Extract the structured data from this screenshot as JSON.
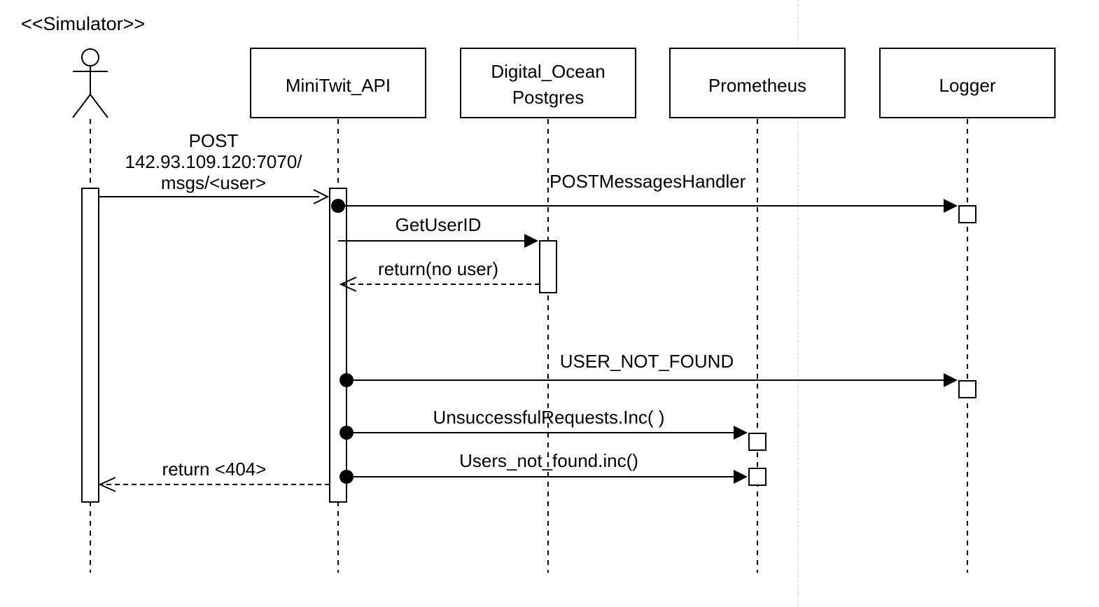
{
  "stereotype": "<<Simulator>>",
  "participants": [
    {
      "id": "actor",
      "kind": "actor",
      "lines": []
    },
    {
      "id": "minitwit-api",
      "kind": "box",
      "lines": [
        "MiniTwit_API"
      ]
    },
    {
      "id": "digital-ocean-postgres",
      "kind": "box",
      "lines": [
        "Digital_Ocean",
        "Postgres"
      ]
    },
    {
      "id": "prometheus",
      "kind": "box",
      "lines": [
        "Prometheus"
      ]
    },
    {
      "id": "logger",
      "kind": "box",
      "lines": [
        "Logger"
      ]
    }
  ],
  "messages": [
    {
      "id": "post-request",
      "from": "actor",
      "to": "minitwit-api",
      "style": "solid",
      "lines": [
        "POST",
        "142.93.109.120:7070/",
        "msgs/<user>"
      ]
    },
    {
      "id": "post-messages-handler",
      "from": "minitwit-api",
      "to": "logger",
      "style": "found",
      "lines": [
        "POSTMessagesHandler"
      ]
    },
    {
      "id": "get-user-id",
      "from": "minitwit-api",
      "to": "digital-ocean-postgres",
      "style": "solid",
      "lines": [
        "GetUserID"
      ]
    },
    {
      "id": "return-no-user",
      "from": "digital-ocean-postgres",
      "to": "minitwit-api",
      "style": "return",
      "lines": [
        "return(no user)"
      ]
    },
    {
      "id": "user-not-found",
      "from": "minitwit-api",
      "to": "logger",
      "style": "found",
      "lines": [
        "USER_NOT_FOUND"
      ]
    },
    {
      "id": "unsuccessful-requests-inc",
      "from": "minitwit-api",
      "to": "prometheus",
      "style": "found",
      "lines": [
        "UnsuccessfulRequests.Inc( )"
      ]
    },
    {
      "id": "users-not-found-inc",
      "from": "minitwit-api",
      "to": "prometheus",
      "style": "found",
      "lines": [
        "Users_not_found.inc()"
      ]
    },
    {
      "id": "return-404",
      "from": "minitwit-api",
      "to": "actor",
      "style": "return",
      "lines": [
        "return <404>"
      ]
    }
  ]
}
